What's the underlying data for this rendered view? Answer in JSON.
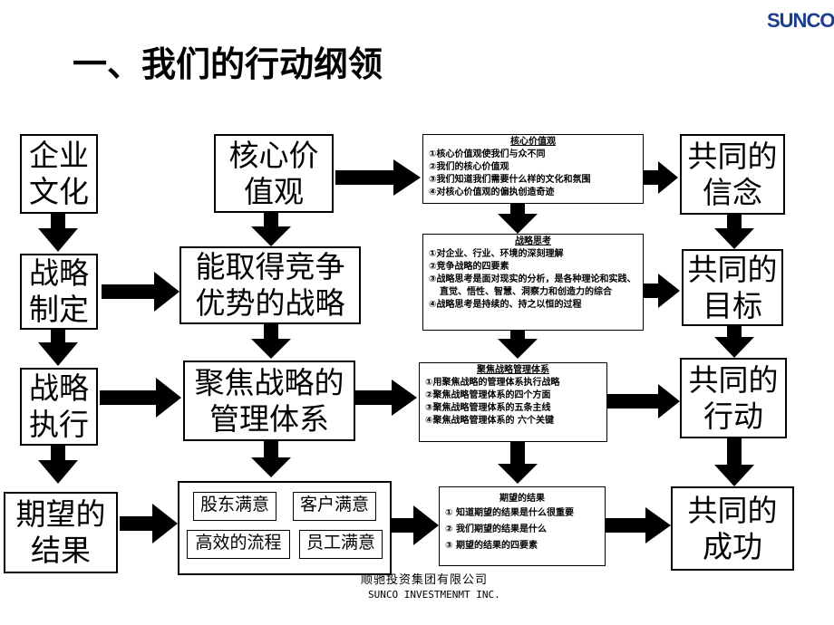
{
  "header": {
    "logo": "SUNCO",
    "title": "一、我们的行动纲领"
  },
  "col1": [
    "企业\n文化",
    "战略\n制定",
    "战略\n执行",
    "期望的\n结果"
  ],
  "col2": [
    "核心价\n值观",
    "能取得竞争\n优势的战略",
    "聚焦战略的\n管理体系"
  ],
  "outcomes": [
    "股东满意",
    "客户满意",
    "高效的流程",
    "员工满意"
  ],
  "details": [
    {
      "title": "核心价值观",
      "items": [
        "①核心价值观使我们与众不同",
        "②我们的核心价值观",
        "③我们知道我们需要什么样的文化和氛围",
        "④对核心价值观的偏执创造奇迹"
      ]
    },
    {
      "title": "战略思考",
      "items": [
        "①对企业、行业、环境的深刻理解",
        "②竞争战略的四要素",
        "③战略思考是面对现实的分析，是各种理论和实践、直觉、悟性、智慧、洞察力和创造力的综合",
        "④战略思考是持续的、持之以恒的过程"
      ]
    },
    {
      "title": "聚焦战略管理体系",
      "items": [
        "①用聚焦战略的管理体系执行战略",
        "②聚焦战略管理体系的四个方面",
        "③聚焦战略管理体系的五条主线",
        "④聚焦战略管理体系的 六个关键"
      ]
    },
    {
      "title": "期望的结果",
      "items": [
        "① 知道期望的结果是什么很重要",
        "② 我们期望的结果是什么",
        "③  期望的结果的四要素"
      ]
    }
  ],
  "col4": [
    "共同的\n信念",
    "共同的\n目标",
    "共同的\n行动",
    "共同的\n成功"
  ],
  "footer": {
    "company_cn": "顺驰投资集团有限公司",
    "company_en": "SUNCO INVESTMENMT INC."
  }
}
